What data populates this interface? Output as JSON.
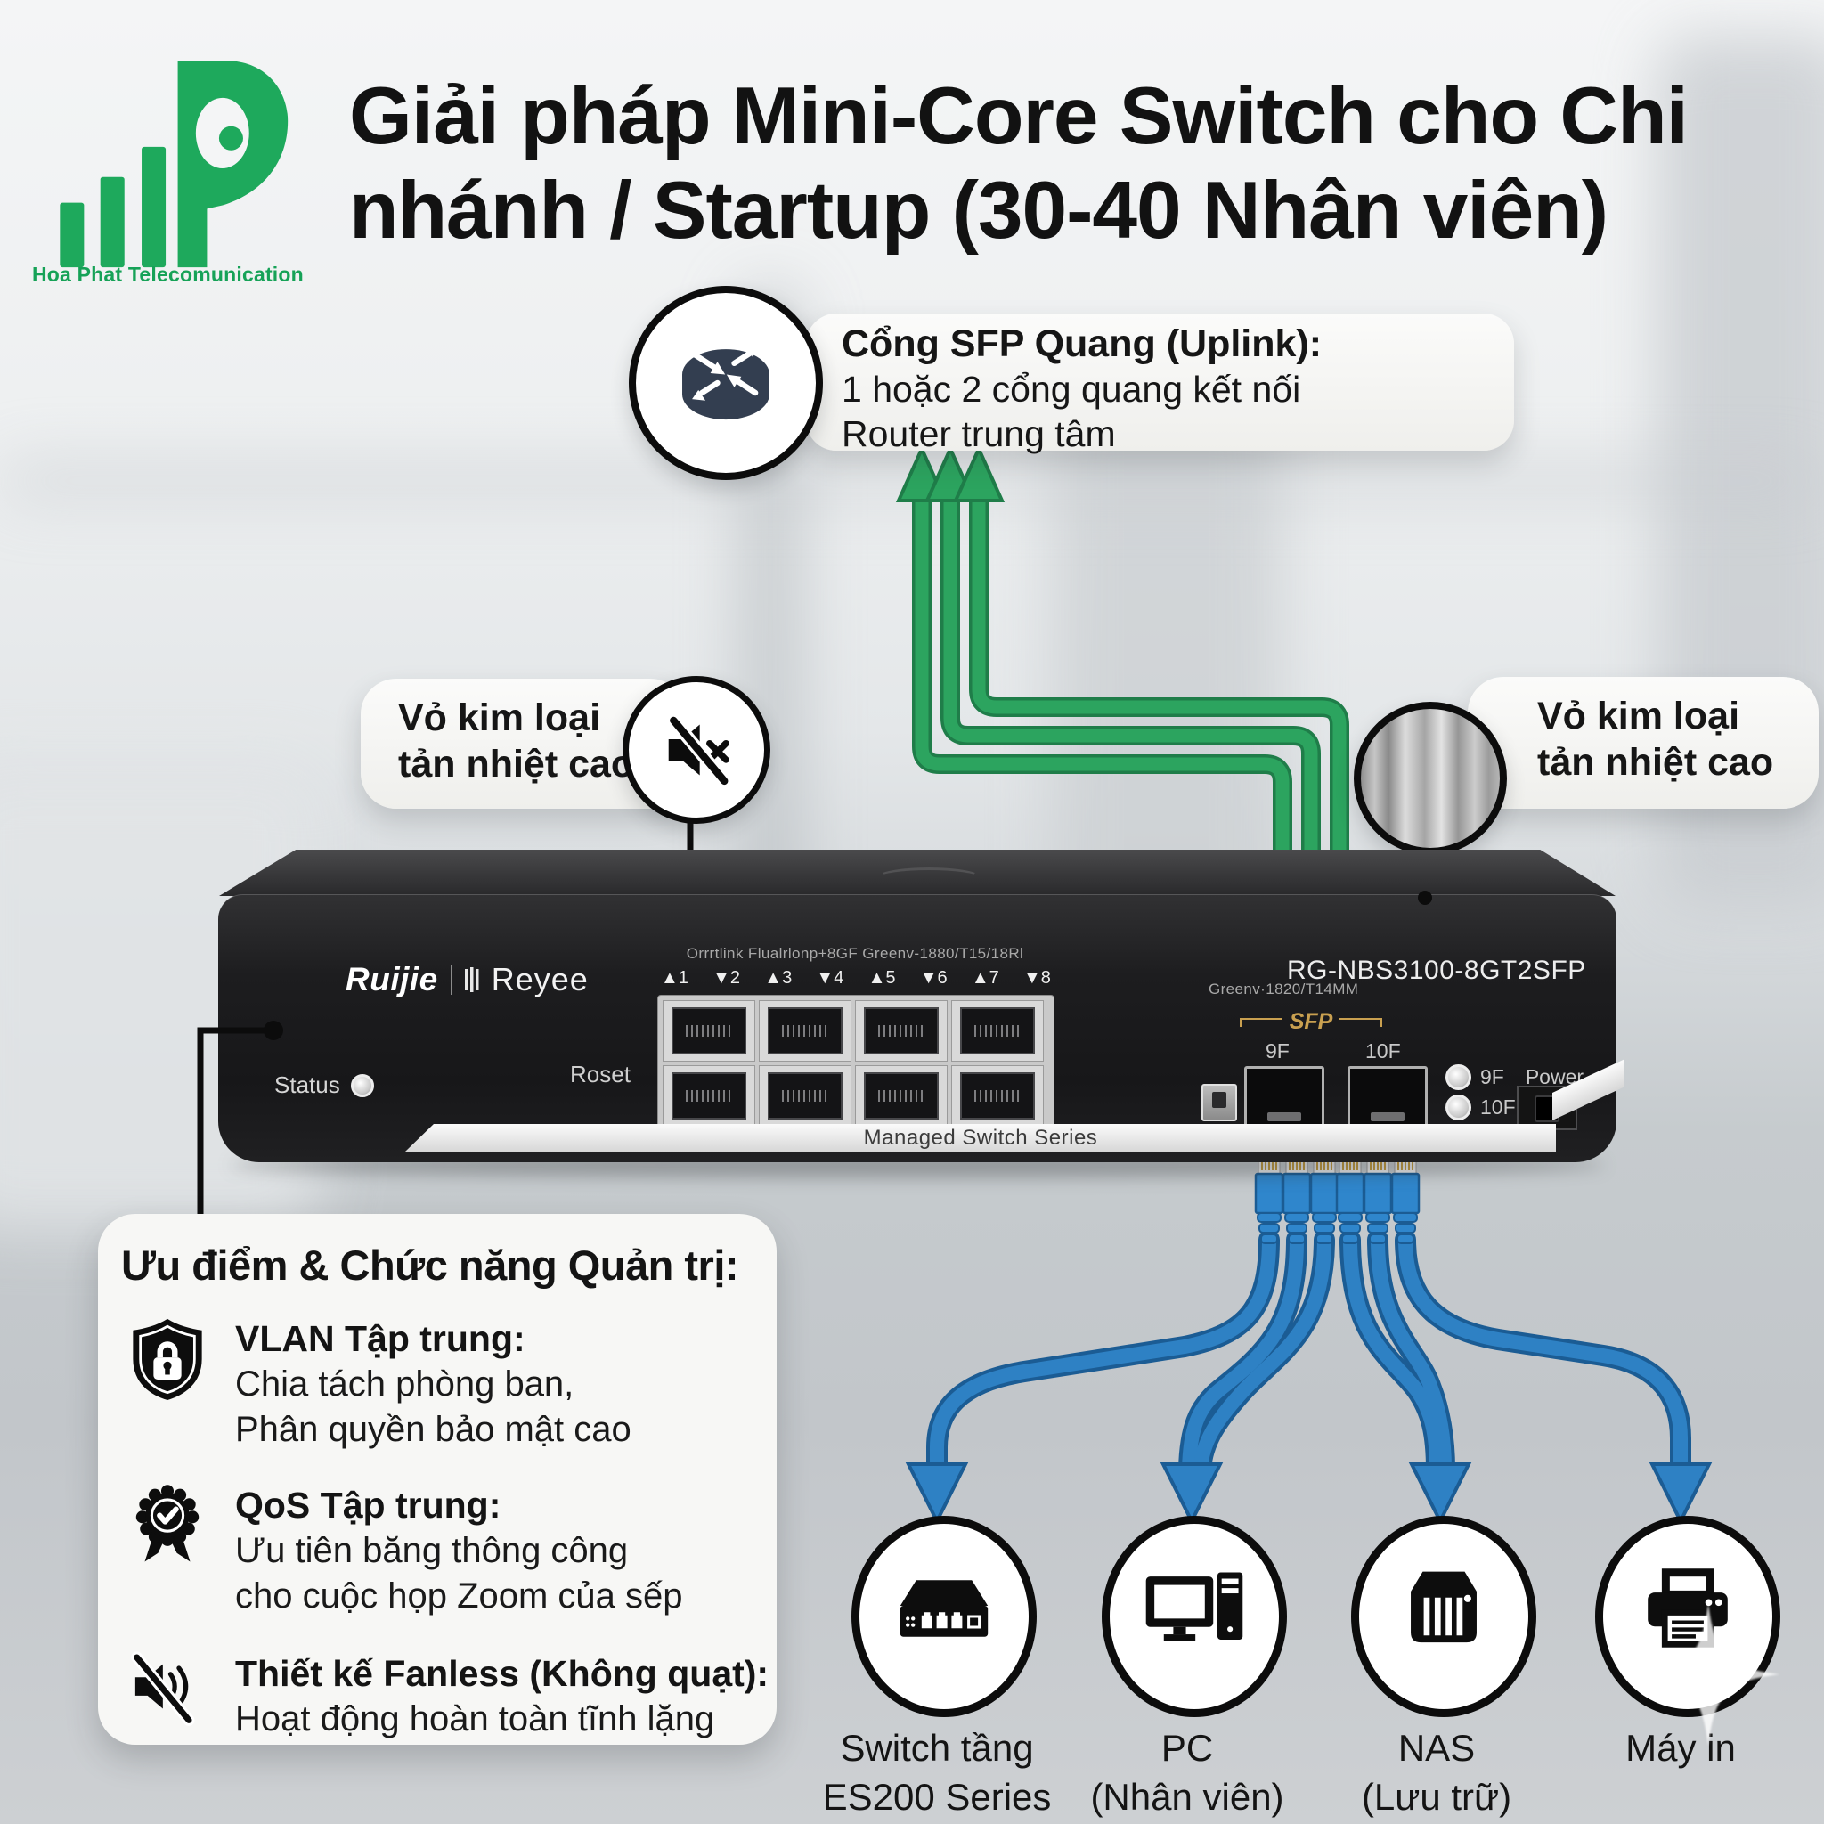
{
  "brand": {
    "logo": "htp-logo",
    "tagline": "Hoa Phat Telecomunication",
    "green": "#1ea95c"
  },
  "title": {
    "line1": "Giải pháp Mini-Core Switch cho Chi",
    "line2": "nhánh / Startup (30-40 Nhân viên)"
  },
  "router_callout": {
    "icon": "router-icon",
    "heading": "Cổng SFP Quang (Uplink):",
    "line1": "1 hoặc 2 cổng quang kết nối",
    "line2": "Router trung tâm"
  },
  "left_callout": {
    "icon": "muted-speaker-icon",
    "line1": "Vỏ kim loại",
    "line2": "tản nhiệt cao"
  },
  "right_callout": {
    "icon": "metal-surface-icon",
    "line1": "Vỏ kim loại",
    "line2": "tản nhiệt cao"
  },
  "switch_device": {
    "brand_left": "Ruijie",
    "brand_right": "Reyee",
    "model": "RG-NBS3100-8GT2SFP",
    "status_label": "Status",
    "reset_label": "Roset",
    "port_legend": "Orrrtlink Flualrlonp+8GF Greenv-1880/T15/18Rl",
    "port_labels": [
      "▲1",
      "▼2",
      "▲3",
      "▼4",
      "▲5",
      "▼6",
      "▲7",
      "▼8"
    ],
    "sfp_legend": "Greenv·1820/T14MM",
    "sfp_group_label": "SFP",
    "sfp_port_labels": [
      "9F",
      "10F"
    ],
    "led_labels": [
      "9F",
      "10F"
    ],
    "power_label": "Power",
    "strip_text": "Managed Switch Series"
  },
  "features_panel": {
    "title": "Ưu điểm & Chức năng Quản trị:",
    "items": [
      {
        "icon": "shield-lock-icon",
        "heading": "VLAN Tập trung:",
        "lines": [
          "Chia tách phòng ban,",
          "Phân quyền bảo mật cao"
        ]
      },
      {
        "icon": "award-check-icon",
        "heading": "QoS Tập trung:",
        "lines": [
          "Ưu tiên băng thông công",
          "cho cuộc họp Zoom của sếp"
        ]
      },
      {
        "icon": "mute-fanless-icon",
        "heading": "Thiết kế Fanless (Không quạt):",
        "lines": [
          "Hoạt động hoàn toàn tĩnh lặng"
        ]
      }
    ]
  },
  "devices": [
    {
      "icon": "access-switch-icon",
      "label1": "Switch tầng",
      "label2": "ES200 Series"
    },
    {
      "icon": "pc-icon",
      "label1": "PC",
      "label2": "(Nhân viên)"
    },
    {
      "icon": "nas-icon",
      "label1": "NAS",
      "label2": "(Lưu trữ)"
    },
    {
      "icon": "printer-icon",
      "label1": "Máy in",
      "label2": ""
    }
  ],
  "colors": {
    "brand_green": "#1ea95c",
    "arrow_green": "#2ca45f",
    "cable_blue": "#2e81c4",
    "router_navy": "#333e50",
    "sfp_gold": "#c9a050",
    "switch_body": "#1d1d1f"
  }
}
